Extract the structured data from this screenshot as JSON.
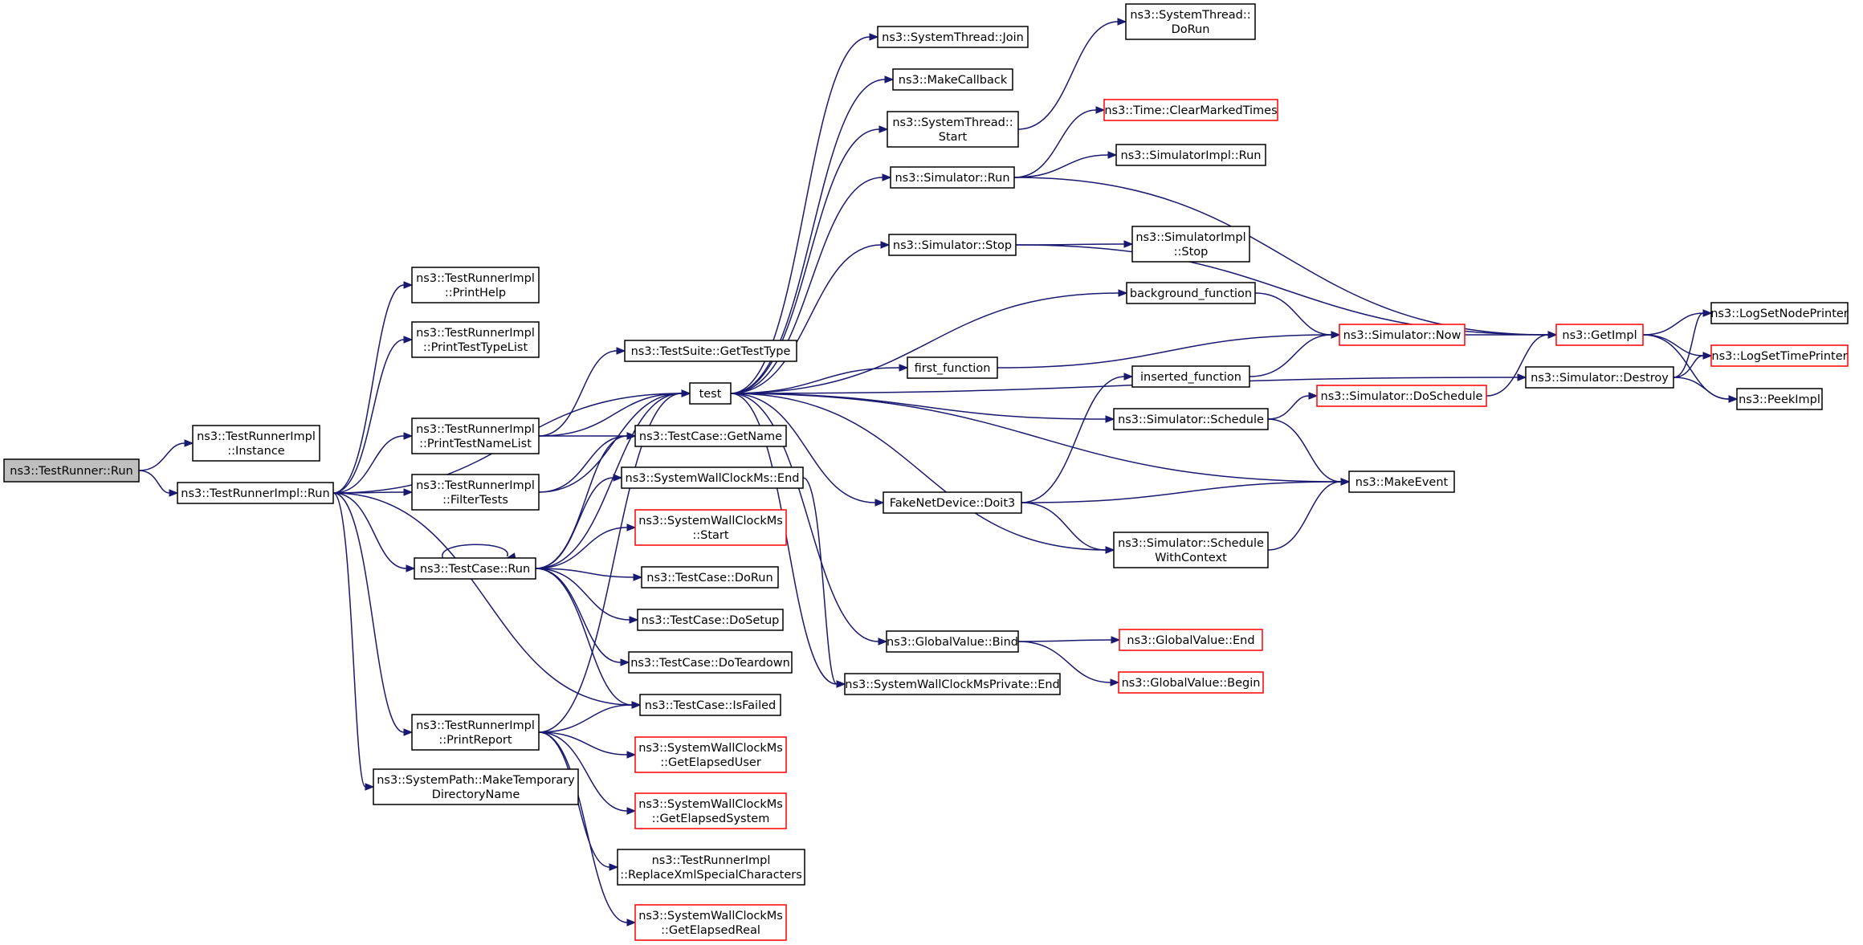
{
  "graph": {
    "edge_color": "#191970",
    "node_border_color": "#000000",
    "unresolved_border_color": "#ff0000",
    "root_fill_color": "#bfbfbf",
    "nodes": [
      {
        "id": "n1",
        "lines": [
          "ns3::TestRunner::Run"
        ],
        "style": "root"
      },
      {
        "id": "n2",
        "lines": [
          "ns3::TestRunnerImpl",
          "::Instance"
        ],
        "style": "normal"
      },
      {
        "id": "n3",
        "lines": [
          "ns3::TestRunnerImpl::Run"
        ],
        "style": "normal"
      },
      {
        "id": "n4",
        "lines": [
          "ns3::TestRunnerImpl",
          "::PrintHelp"
        ],
        "style": "normal"
      },
      {
        "id": "n5",
        "lines": [
          "ns3::TestRunnerImpl",
          "::PrintTestTypeList"
        ],
        "style": "normal"
      },
      {
        "id": "n6",
        "lines": [
          "ns3::TestRunnerImpl",
          "::PrintTestNameList"
        ],
        "style": "normal"
      },
      {
        "id": "n7",
        "lines": [
          "ns3::TestRunnerImpl",
          "::FilterTests"
        ],
        "style": "normal"
      },
      {
        "id": "n8",
        "lines": [
          "ns3::TestCase::Run"
        ],
        "style": "normal"
      },
      {
        "id": "n9",
        "lines": [
          "ns3::TestRunnerImpl",
          "::PrintReport"
        ],
        "style": "normal"
      },
      {
        "id": "n10",
        "lines": [
          "ns3::SystemPath::MakeTemporary",
          "DirectoryName"
        ],
        "style": "normal"
      },
      {
        "id": "n11",
        "lines": [
          "ns3::TestSuite::GetTestType"
        ],
        "style": "normal"
      },
      {
        "id": "n12",
        "lines": [
          "test"
        ],
        "style": "normal"
      },
      {
        "id": "n13",
        "lines": [
          "ns3::TestCase::GetName"
        ],
        "style": "normal"
      },
      {
        "id": "n14",
        "lines": [
          "ns3::SystemWallClockMs::End"
        ],
        "style": "normal"
      },
      {
        "id": "n15",
        "lines": [
          "ns3::SystemWallClockMs",
          "::Start"
        ],
        "style": "red"
      },
      {
        "id": "n16",
        "lines": [
          "ns3::TestCase::DoRun"
        ],
        "style": "normal"
      },
      {
        "id": "n17",
        "lines": [
          "ns3::TestCase::DoSetup"
        ],
        "style": "normal"
      },
      {
        "id": "n18",
        "lines": [
          "ns3::TestCase::DoTeardown"
        ],
        "style": "normal"
      },
      {
        "id": "n19",
        "lines": [
          "ns3::TestCase::IsFailed"
        ],
        "style": "normal"
      },
      {
        "id": "n20",
        "lines": [
          "ns3::SystemWallClockMs",
          "::GetElapsedUser"
        ],
        "style": "red"
      },
      {
        "id": "n21",
        "lines": [
          "ns3::SystemWallClockMs",
          "::GetElapsedSystem"
        ],
        "style": "red"
      },
      {
        "id": "n22",
        "lines": [
          "ns3::TestRunnerImpl",
          "::ReplaceXmlSpecialCharacters"
        ],
        "style": "normal"
      },
      {
        "id": "n23",
        "lines": [
          "ns3::SystemWallClockMs",
          "::GetElapsedReal"
        ],
        "style": "red"
      },
      {
        "id": "n24",
        "lines": [
          "ns3::SystemThread::Join"
        ],
        "style": "normal"
      },
      {
        "id": "n25",
        "lines": [
          "ns3::MakeCallback"
        ],
        "style": "normal"
      },
      {
        "id": "n26",
        "lines": [
          "ns3::SystemThread::",
          "Start"
        ],
        "style": "normal"
      },
      {
        "id": "n27",
        "lines": [
          "ns3::Simulator::Run"
        ],
        "style": "normal"
      },
      {
        "id": "n28",
        "lines": [
          "ns3::Simulator::Stop"
        ],
        "style": "normal"
      },
      {
        "id": "n29",
        "lines": [
          "first_function"
        ],
        "style": "normal"
      },
      {
        "id": "n30",
        "lines": [
          "FakeNetDevice::Doit3"
        ],
        "style": "normal"
      },
      {
        "id": "n31",
        "lines": [
          "ns3::GlobalValue::Bind"
        ],
        "style": "normal"
      },
      {
        "id": "n32",
        "lines": [
          "ns3::SystemWallClockMsPrivate::End"
        ],
        "style": "normal"
      },
      {
        "id": "n33",
        "lines": [
          "ns3::SystemThread::",
          "DoRun"
        ],
        "style": "normal"
      },
      {
        "id": "n34",
        "lines": [
          "ns3::Time::ClearMarkedTimes"
        ],
        "style": "red"
      },
      {
        "id": "n35",
        "lines": [
          "ns3::SimulatorImpl::Run"
        ],
        "style": "normal"
      },
      {
        "id": "n36",
        "lines": [
          "ns3::SimulatorImpl",
          "::Stop"
        ],
        "style": "normal"
      },
      {
        "id": "n37",
        "lines": [
          "background_function"
        ],
        "style": "normal"
      },
      {
        "id": "n38",
        "lines": [
          "inserted_function"
        ],
        "style": "normal"
      },
      {
        "id": "n39",
        "lines": [
          "ns3::Simulator::Schedule"
        ],
        "style": "normal"
      },
      {
        "id": "n40",
        "lines": [
          "ns3::Simulator::Schedule",
          "WithContext"
        ],
        "style": "normal"
      },
      {
        "id": "n41",
        "lines": [
          "ns3::GlobalValue::End"
        ],
        "style": "red"
      },
      {
        "id": "n42",
        "lines": [
          "ns3::GlobalValue::Begin"
        ],
        "style": "red"
      },
      {
        "id": "n43",
        "lines": [
          "ns3::Simulator::Now"
        ],
        "style": "red"
      },
      {
        "id": "n44",
        "lines": [
          "ns3::Simulator::DoSchedule"
        ],
        "style": "red"
      },
      {
        "id": "n45",
        "lines": [
          "ns3::MakeEvent"
        ],
        "style": "normal"
      },
      {
        "id": "n46",
        "lines": [
          "ns3::GetImpl"
        ],
        "style": "red"
      },
      {
        "id": "n47",
        "lines": [
          "ns3::Simulator::Destroy"
        ],
        "style": "normal"
      },
      {
        "id": "n48",
        "lines": [
          "ns3::LogSetNodePrinter"
        ],
        "style": "normal"
      },
      {
        "id": "n49",
        "lines": [
          "ns3::LogSetTimePrinter"
        ],
        "style": "red"
      },
      {
        "id": "n50",
        "lines": [
          "ns3::PeekImpl"
        ],
        "style": "normal"
      }
    ],
    "edges": [
      [
        "n1",
        "n2"
      ],
      [
        "n1",
        "n3"
      ],
      [
        "n3",
        "n4"
      ],
      [
        "n3",
        "n5"
      ],
      [
        "n3",
        "n6"
      ],
      [
        "n3",
        "n7"
      ],
      [
        "n3",
        "n8"
      ],
      [
        "n3",
        "n9"
      ],
      [
        "n3",
        "n10"
      ],
      [
        "n3",
        "n12"
      ],
      [
        "n3",
        "n19"
      ],
      [
        "n6",
        "n11"
      ],
      [
        "n6",
        "n12"
      ],
      [
        "n6",
        "n13"
      ],
      [
        "n7",
        "n12"
      ],
      [
        "n7",
        "n13"
      ],
      [
        "n8",
        "n8"
      ],
      [
        "n8",
        "n12"
      ],
      [
        "n8",
        "n13"
      ],
      [
        "n8",
        "n14"
      ],
      [
        "n8",
        "n15"
      ],
      [
        "n8",
        "n16"
      ],
      [
        "n8",
        "n17"
      ],
      [
        "n8",
        "n18"
      ],
      [
        "n8",
        "n19"
      ],
      [
        "n9",
        "n12"
      ],
      [
        "n9",
        "n19"
      ],
      [
        "n9",
        "n20"
      ],
      [
        "n9",
        "n21"
      ],
      [
        "n9",
        "n22"
      ],
      [
        "n9",
        "n23"
      ],
      [
        "n12",
        "n24"
      ],
      [
        "n12",
        "n25"
      ],
      [
        "n12",
        "n26"
      ],
      [
        "n12",
        "n27"
      ],
      [
        "n12",
        "n28"
      ],
      [
        "n12",
        "n29"
      ],
      [
        "n12",
        "n30"
      ],
      [
        "n12",
        "n31"
      ],
      [
        "n12",
        "n32"
      ],
      [
        "n12",
        "n37"
      ],
      [
        "n12",
        "n39"
      ],
      [
        "n12",
        "n40"
      ],
      [
        "n12",
        "n45"
      ],
      [
        "n12",
        "n47"
      ],
      [
        "n14",
        "n32"
      ],
      [
        "n26",
        "n33"
      ],
      [
        "n27",
        "n34"
      ],
      [
        "n27",
        "n35"
      ],
      [
        "n27",
        "n46"
      ],
      [
        "n28",
        "n36"
      ],
      [
        "n28",
        "n46"
      ],
      [
        "n29",
        "n43"
      ],
      [
        "n30",
        "n38"
      ],
      [
        "n30",
        "n45"
      ],
      [
        "n30",
        "n40"
      ],
      [
        "n31",
        "n41"
      ],
      [
        "n31",
        "n42"
      ],
      [
        "n37",
        "n43"
      ],
      [
        "n38",
        "n43"
      ],
      [
        "n39",
        "n44"
      ],
      [
        "n39",
        "n45"
      ],
      [
        "n40",
        "n45"
      ],
      [
        "n43",
        "n46"
      ],
      [
        "n44",
        "n46"
      ],
      [
        "n46",
        "n48"
      ],
      [
        "n46",
        "n49"
      ],
      [
        "n46",
        "n50"
      ],
      [
        "n47",
        "n48"
      ],
      [
        "n47",
        "n49"
      ],
      [
        "n47",
        "n50"
      ]
    ]
  }
}
